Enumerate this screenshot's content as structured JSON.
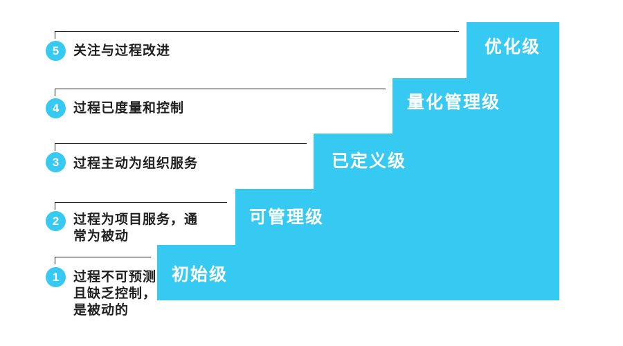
{
  "colors": {
    "accent": "#36C9F2",
    "ink": "#1F1F1F",
    "background": "#FFFFFF",
    "step-text": "#FFFFFF"
  },
  "levels": [
    {
      "number": "5",
      "step_label": "优化级",
      "desc_lines": [
        "关注与过程改进"
      ]
    },
    {
      "number": "4",
      "step_label": "量化管理级",
      "desc_lines": [
        "过程已度量和控制"
      ]
    },
    {
      "number": "3",
      "step_label": "已定义级",
      "desc_lines": [
        "过程主动为组织服务"
      ]
    },
    {
      "number": "2",
      "step_label": "可管理级",
      "desc_lines": [
        "过程为项目服务，通",
        "常为被动"
      ]
    },
    {
      "number": "1",
      "step_label": "初始级",
      "desc_lines": [
        "过程不可预测",
        "且缺乏控制，",
        "是被动的"
      ]
    }
  ]
}
